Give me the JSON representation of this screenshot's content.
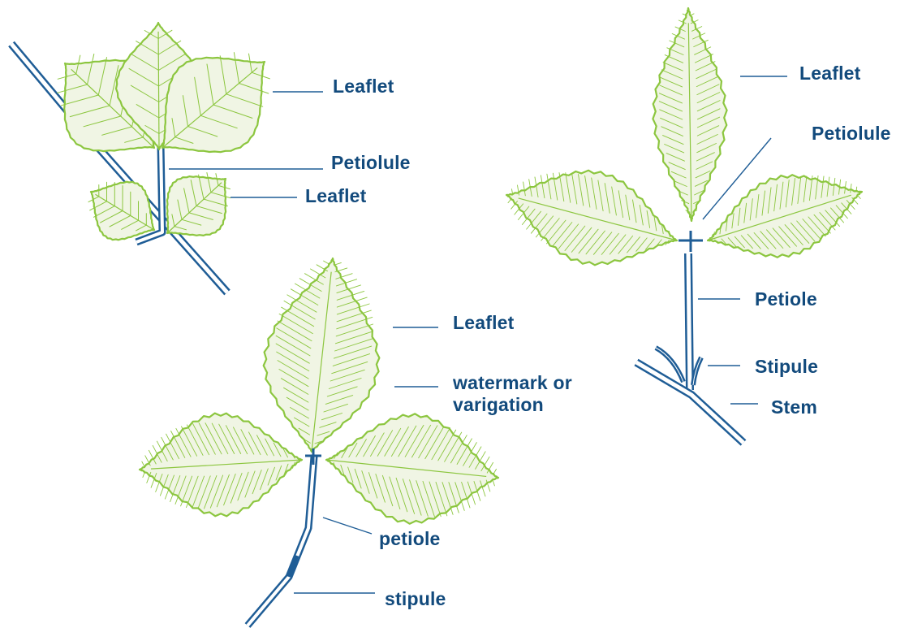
{
  "colors": {
    "stem": "#1f5d96",
    "label_text": "#124a7c",
    "leaf_outline": "#8cc63f",
    "leaf_fill": "#f0f5e4",
    "vein": "#8cc63f"
  },
  "diagrams": [
    {
      "labels": {
        "leaflet_top": "Leaflet",
        "petiolule": "Petiolule",
        "leaflet_lower": "Leaflet"
      }
    },
    {
      "labels": {
        "leaflet": "Leaflet",
        "watermark": "watermark or varigation",
        "petiole": "petiole",
        "stipule": "stipule"
      }
    },
    {
      "labels": {
        "leaflet": "Leaflet",
        "petiolule": "Petiolule",
        "petiole": "Petiole",
        "stipule": "Stipule",
        "stem": "Stem"
      }
    }
  ]
}
